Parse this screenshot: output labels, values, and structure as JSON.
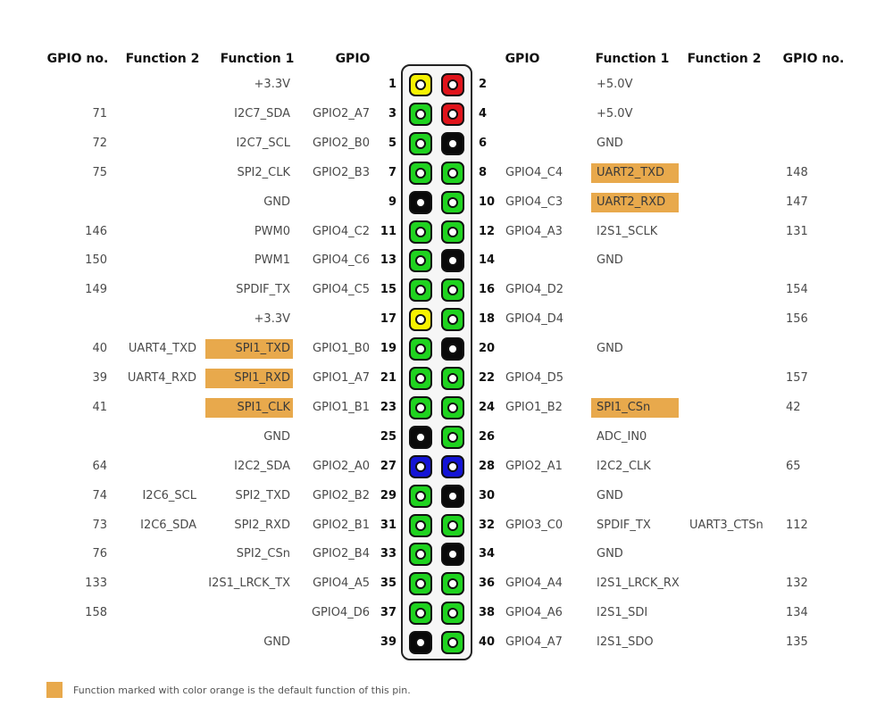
{
  "headers": {
    "left": {
      "gpio_no": "GPIO no.",
      "function2": "Function 2",
      "function1": "Function 1",
      "gpio": "GPIO"
    },
    "right": {
      "gpio": "GPIO",
      "function1": "Function 1",
      "function2": "Function 2",
      "gpio_no": "GPIO no."
    }
  },
  "colors": {
    "power_3v3": "#f6f200",
    "power_5v": "#e0141b",
    "ground": "#0a0a0a",
    "gpio": "#1fd31f",
    "i2c": "#1414d6",
    "default_function_highlight": "#e8a94c"
  },
  "rows": [
    {
      "left": {
        "num": "1",
        "color": "power_3v3",
        "gpio": "",
        "f1": "+3.3V",
        "f1_default": false,
        "f2": "",
        "gpio_no": ""
      },
      "right": {
        "num": "2",
        "color": "power_5v",
        "gpio": "",
        "f1": "+5.0V",
        "f1_default": false,
        "f2": "",
        "gpio_no": ""
      }
    },
    {
      "left": {
        "num": "3",
        "color": "gpio",
        "gpio": "GPIO2_A7",
        "f1": "I2C7_SDA",
        "f1_default": false,
        "f2": "",
        "gpio_no": "71"
      },
      "right": {
        "num": "4",
        "color": "power_5v",
        "gpio": "",
        "f1": "+5.0V",
        "f1_default": false,
        "f2": "",
        "gpio_no": ""
      }
    },
    {
      "left": {
        "num": "5",
        "color": "gpio",
        "gpio": "GPIO2_B0",
        "f1": "I2C7_SCL",
        "f1_default": false,
        "f2": "",
        "gpio_no": "72"
      },
      "right": {
        "num": "6",
        "color": "ground",
        "gpio": "",
        "f1": "GND",
        "f1_default": false,
        "f2": "",
        "gpio_no": ""
      }
    },
    {
      "left": {
        "num": "7",
        "color": "gpio",
        "gpio": "GPIO2_B3",
        "f1": "SPI2_CLK",
        "f1_default": false,
        "f2": "",
        "gpio_no": "75"
      },
      "right": {
        "num": "8",
        "color": "gpio",
        "gpio": "GPIO4_C4",
        "f1": "UART2_TXD",
        "f1_default": true,
        "f2": "",
        "gpio_no": "148"
      }
    },
    {
      "left": {
        "num": "9",
        "color": "ground",
        "gpio": "",
        "f1": "GND",
        "f1_default": false,
        "f2": "",
        "gpio_no": ""
      },
      "right": {
        "num": "10",
        "color": "gpio",
        "gpio": "GPIO4_C3",
        "f1": "UART2_RXD",
        "f1_default": true,
        "f2": "",
        "gpio_no": "147"
      }
    },
    {
      "left": {
        "num": "11",
        "color": "gpio",
        "gpio": "GPIO4_C2",
        "f1": "PWM0",
        "f1_default": false,
        "f2": "",
        "gpio_no": "146"
      },
      "right": {
        "num": "12",
        "color": "gpio",
        "gpio": "GPIO4_A3",
        "f1": "I2S1_SCLK",
        "f1_default": false,
        "f2": "",
        "gpio_no": "131"
      }
    },
    {
      "left": {
        "num": "13",
        "color": "gpio",
        "gpio": "GPIO4_C6",
        "f1": "PWM1",
        "f1_default": false,
        "f2": "",
        "gpio_no": "150"
      },
      "right": {
        "num": "14",
        "color": "ground",
        "gpio": "",
        "f1": "GND",
        "f1_default": false,
        "f2": "",
        "gpio_no": ""
      }
    },
    {
      "left": {
        "num": "15",
        "color": "gpio",
        "gpio": "GPIO4_C5",
        "f1": "SPDIF_TX",
        "f1_default": false,
        "f2": "",
        "gpio_no": "149"
      },
      "right": {
        "num": "16",
        "color": "gpio",
        "gpio": "GPIO4_D2",
        "f1": "",
        "f1_default": false,
        "f2": "",
        "gpio_no": "154"
      }
    },
    {
      "left": {
        "num": "17",
        "color": "power_3v3",
        "gpio": "",
        "f1": "+3.3V",
        "f1_default": false,
        "f2": "",
        "gpio_no": ""
      },
      "right": {
        "num": "18",
        "color": "gpio",
        "gpio": "GPIO4_D4",
        "f1": "",
        "f1_default": false,
        "f2": "",
        "gpio_no": "156"
      }
    },
    {
      "left": {
        "num": "19",
        "color": "gpio",
        "gpio": "GPIO1_B0",
        "f1": "SPI1_TXD",
        "f1_default": true,
        "f2": "UART4_TXD",
        "gpio_no": "40"
      },
      "right": {
        "num": "20",
        "color": "ground",
        "gpio": "",
        "f1": "GND",
        "f1_default": false,
        "f2": "",
        "gpio_no": ""
      }
    },
    {
      "left": {
        "num": "21",
        "color": "gpio",
        "gpio": "GPIO1_A7",
        "f1": "SPI1_RXD",
        "f1_default": true,
        "f2": "UART4_RXD",
        "gpio_no": "39"
      },
      "right": {
        "num": "22",
        "color": "gpio",
        "gpio": "GPIO4_D5",
        "f1": "",
        "f1_default": false,
        "f2": "",
        "gpio_no": "157"
      }
    },
    {
      "left": {
        "num": "23",
        "color": "gpio",
        "gpio": "GPIO1_B1",
        "f1": "SPI1_CLK",
        "f1_default": true,
        "f2": "",
        "gpio_no": "41"
      },
      "right": {
        "num": "24",
        "color": "gpio",
        "gpio": "GPIO1_B2",
        "f1": "SPI1_CSn",
        "f1_default": true,
        "f2": "",
        "gpio_no": "42"
      }
    },
    {
      "left": {
        "num": "25",
        "color": "ground",
        "gpio": "",
        "f1": "GND",
        "f1_default": false,
        "f2": "",
        "gpio_no": ""
      },
      "right": {
        "num": "26",
        "color": "gpio",
        "gpio": "",
        "f1": "ADC_IN0",
        "f1_default": false,
        "f2": "",
        "gpio_no": ""
      }
    },
    {
      "left": {
        "num": "27",
        "color": "i2c",
        "gpio": "GPIO2_A0",
        "f1": "I2C2_SDA",
        "f1_default": false,
        "f2": "",
        "gpio_no": "64"
      },
      "right": {
        "num": "28",
        "color": "i2c",
        "gpio": "GPIO2_A1",
        "f1": "I2C2_CLK",
        "f1_default": false,
        "f2": "",
        "gpio_no": "65"
      }
    },
    {
      "left": {
        "num": "29",
        "color": "gpio",
        "gpio": "GPIO2_B2",
        "f1": "SPI2_TXD",
        "f1_default": false,
        "f2": "I2C6_SCL",
        "gpio_no": "74"
      },
      "right": {
        "num": "30",
        "color": "ground",
        "gpio": "",
        "f1": "GND",
        "f1_default": false,
        "f2": "",
        "gpio_no": ""
      }
    },
    {
      "left": {
        "num": "31",
        "color": "gpio",
        "gpio": "GPIO2_B1",
        "f1": "SPI2_RXD",
        "f1_default": false,
        "f2": "I2C6_SDA",
        "gpio_no": "73"
      },
      "right": {
        "num": "32",
        "color": "gpio",
        "gpio": "GPIO3_C0",
        "f1": "SPDIF_TX",
        "f1_default": false,
        "f2": "UART3_CTSn",
        "gpio_no": "112"
      }
    },
    {
      "left": {
        "num": "33",
        "color": "gpio",
        "gpio": "GPIO2_B4",
        "f1": "SPI2_CSn",
        "f1_default": false,
        "f2": "",
        "gpio_no": "76"
      },
      "right": {
        "num": "34",
        "color": "ground",
        "gpio": "",
        "f1": "GND",
        "f1_default": false,
        "f2": "",
        "gpio_no": ""
      }
    },
    {
      "left": {
        "num": "35",
        "color": "gpio",
        "gpio": "GPIO4_A5",
        "f1": "I2S1_LRCK_TX",
        "f1_default": false,
        "f2": "",
        "gpio_no": "133"
      },
      "right": {
        "num": "36",
        "color": "gpio",
        "gpio": "GPIO4_A4",
        "f1": "I2S1_LRCK_RX",
        "f1_default": false,
        "f2": "",
        "gpio_no": "132"
      }
    },
    {
      "left": {
        "num": "37",
        "color": "gpio",
        "gpio": "GPIO4_D6",
        "f1": "",
        "f1_default": false,
        "f2": "",
        "gpio_no": "158"
      },
      "right": {
        "num": "38",
        "color": "gpio",
        "gpio": "GPIO4_A6",
        "f1": "I2S1_SDI",
        "f1_default": false,
        "f2": "",
        "gpio_no": "134"
      }
    },
    {
      "left": {
        "num": "39",
        "color": "ground",
        "gpio": "",
        "f1": "GND",
        "f1_default": false,
        "f2": "",
        "gpio_no": ""
      },
      "right": {
        "num": "40",
        "color": "gpio",
        "gpio": "GPIO4_A7",
        "f1": "I2S1_SDO",
        "f1_default": false,
        "f2": "",
        "gpio_no": "135"
      }
    }
  ],
  "legend": {
    "text": "Function marked with color orange is the default function of this pin."
  }
}
